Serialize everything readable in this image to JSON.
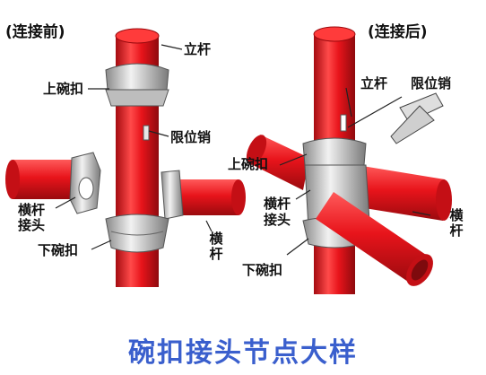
{
  "panels": {
    "before": {
      "heading": "(连接前)",
      "vertical_pole": "立杆",
      "upper_bowl": "上碗扣",
      "limit_pin": "限位销",
      "horizontal_joint": "横杆接头",
      "horizontal_bar": "横杆",
      "lower_bowl": "下碗扣"
    },
    "after": {
      "heading": "(连接后)",
      "vertical_pole": "立杆",
      "limit_pin": "限位销",
      "upper_bowl": "上碗扣",
      "horizontal_joint_line1": "横杆",
      "horizontal_joint_line2": "接头",
      "horizontal_bar": "横杆",
      "lower_bowl": "下碗扣"
    }
  },
  "caption": "碗扣接头节点大样",
  "colors": {
    "pipe": "#e8141b",
    "pipe_shade": "#a50b10",
    "pipe_highlight": "#ff6a6a",
    "fitting": "#d9d9d9",
    "fitting_shade": "#8a8a8a",
    "caption": "#3a5fcd"
  }
}
